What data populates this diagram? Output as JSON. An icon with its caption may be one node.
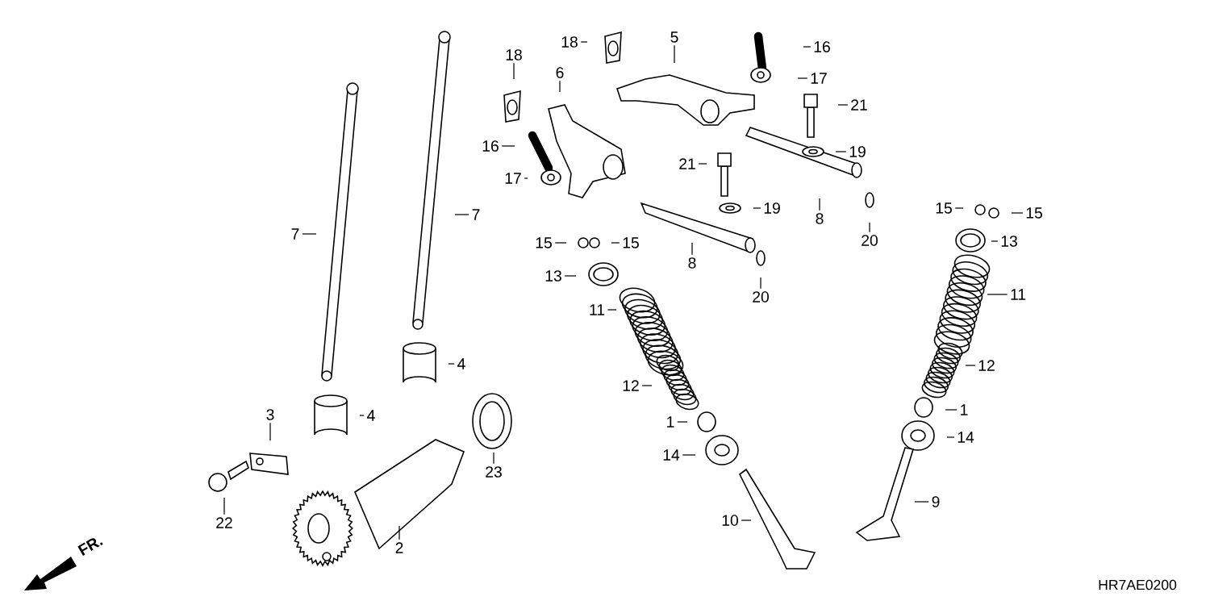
{
  "diagram": {
    "nodes": [
      {
        "text": [
          "18"
        ]
      },
      {
        "text": [
          "18"
        ]
      },
      {
        "text": [
          "6"
        ]
      },
      {
        "text": [
          "5"
        ]
      },
      {
        "text": [
          "16"
        ]
      },
      {
        "text": [
          "17"
        ]
      },
      {
        "text": [
          "21"
        ]
      },
      {
        "text": [
          "19"
        ]
      },
      {
        "text": [
          "16"
        ]
      },
      {
        "text": [
          "17"
        ]
      },
      {
        "text": [
          "21"
        ]
      },
      {
        "text": [
          "19"
        ]
      },
      {
        "text": [
          "8"
        ]
      },
      {
        "text": [
          "20"
        ]
      },
      {
        "text": [
          "7"
        ]
      },
      {
        "text": [
          "7"
        ]
      },
      {
        "text": [
          "15"
        ]
      },
      {
        "text": [
          "15"
        ]
      },
      {
        "text": [
          "8"
        ]
      },
      {
        "text": [
          "20"
        ]
      },
      {
        "text": [
          "15"
        ]
      },
      {
        "text": [
          "15"
        ]
      },
      {
        "text": [
          "13"
        ]
      },
      {
        "text": [
          "13"
        ]
      },
      {
        "text": [
          "11"
        ]
      },
      {
        "text": [
          "11"
        ]
      },
      {
        "text": [
          "12"
        ]
      },
      {
        "text": [
          "12"
        ]
      },
      {
        "text": [
          "4"
        ]
      },
      {
        "text": [
          "4"
        ]
      },
      {
        "text": [
          "3"
        ]
      },
      {
        "text": [
          "1"
        ]
      },
      {
        "text": [
          "1"
        ]
      },
      {
        "text": [
          "14"
        ]
      },
      {
        "text": [
          "14"
        ]
      },
      {
        "text": [
          "23"
        ]
      },
      {
        "text": [
          "22"
        ]
      },
      {
        "text": [
          "2"
        ]
      },
      {
        "text": [
          "10"
        ]
      },
      {
        "text": [
          "9"
        ]
      }
    ],
    "edges": [
      {
        "from": 0,
        "to": null,
        "arrow": "none"
      },
      {
        "from": 1,
        "to": null,
        "arrow": "none"
      },
      {
        "from": 2,
        "to": null,
        "arrow": "none"
      },
      {
        "from": 3,
        "to": null,
        "arrow": "none"
      },
      {
        "from": 4,
        "to": null,
        "arrow": "none"
      },
      {
        "from": 5,
        "to": null,
        "arrow": "none"
      },
      {
        "from": 6,
        "to": null,
        "arrow": "none"
      },
      {
        "from": 7,
        "to": null,
        "arrow": "none"
      },
      {
        "from": 8,
        "to": null,
        "arrow": "none"
      },
      {
        "from": 9,
        "to": null,
        "arrow": "none"
      },
      {
        "from": 10,
        "to": null,
        "arrow": "none"
      },
      {
        "from": 11,
        "to": null,
        "arrow": "none"
      },
      {
        "from": 12,
        "to": null,
        "arrow": "none"
      },
      {
        "from": 13,
        "to": null,
        "arrow": "none"
      },
      {
        "from": 14,
        "to": null,
        "arrow": "none"
      },
      {
        "from": 15,
        "to": null,
        "arrow": "none"
      },
      {
        "from": 16,
        "to": null,
        "arrow": "none"
      },
      {
        "from": 17,
        "to": null,
        "arrow": "none"
      },
      {
        "from": 18,
        "to": null,
        "arrow": "none"
      },
      {
        "from": 19,
        "to": null,
        "arrow": "none"
      },
      {
        "from": 20,
        "to": null,
        "arrow": "none"
      },
      {
        "from": 21,
        "to": null,
        "arrow": "none"
      },
      {
        "from": 22,
        "to": null,
        "arrow": "none"
      },
      {
        "from": 23,
        "to": null,
        "arrow": "none"
      },
      {
        "from": 24,
        "to": null,
        "arrow": "none"
      },
      {
        "from": 25,
        "to": null,
        "arrow": "none"
      },
      {
        "from": 26,
        "to": null,
        "arrow": "none"
      },
      {
        "from": 27,
        "to": null,
        "arrow": "none"
      },
      {
        "from": 28,
        "to": null,
        "arrow": "none"
      },
      {
        "from": 29,
        "to": null,
        "arrow": "none"
      },
      {
        "from": 30,
        "to": null,
        "arrow": "none"
      },
      {
        "from": 31,
        "to": null,
        "arrow": "none"
      },
      {
        "from": 32,
        "to": null,
        "arrow": "none"
      },
      {
        "from": 33,
        "to": null,
        "arrow": "none"
      },
      {
        "from": 34,
        "to": null,
        "arrow": "none"
      },
      {
        "from": 35,
        "to": null,
        "arrow": "none"
      },
      {
        "from": 36,
        "to": null,
        "arrow": "none"
      },
      {
        "from": 37,
        "to": null,
        "arrow": "none"
      },
      {
        "from": 38,
        "to": null,
        "arrow": "none"
      },
      {
        "from": 39,
        "to": null,
        "arrow": "none"
      }
    ],
    "labels": [
      "FR.",
      "HR7AE0200"
    ]
  }
}
